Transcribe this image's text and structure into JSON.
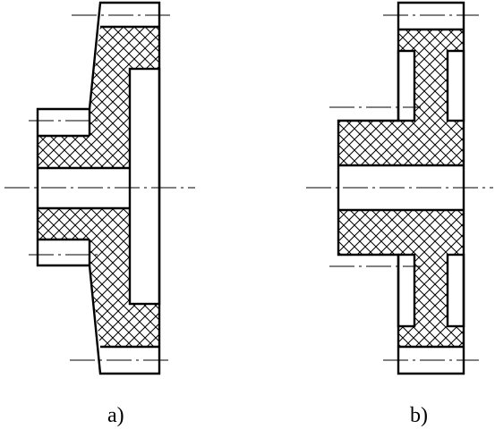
{
  "figure": {
    "panels": [
      {
        "id": "a",
        "caption": "a)"
      },
      {
        "id": "b",
        "caption": "b)"
      }
    ],
    "colors": {
      "line": "#000000",
      "background": "#ffffff",
      "hatch": "#000000"
    }
  }
}
